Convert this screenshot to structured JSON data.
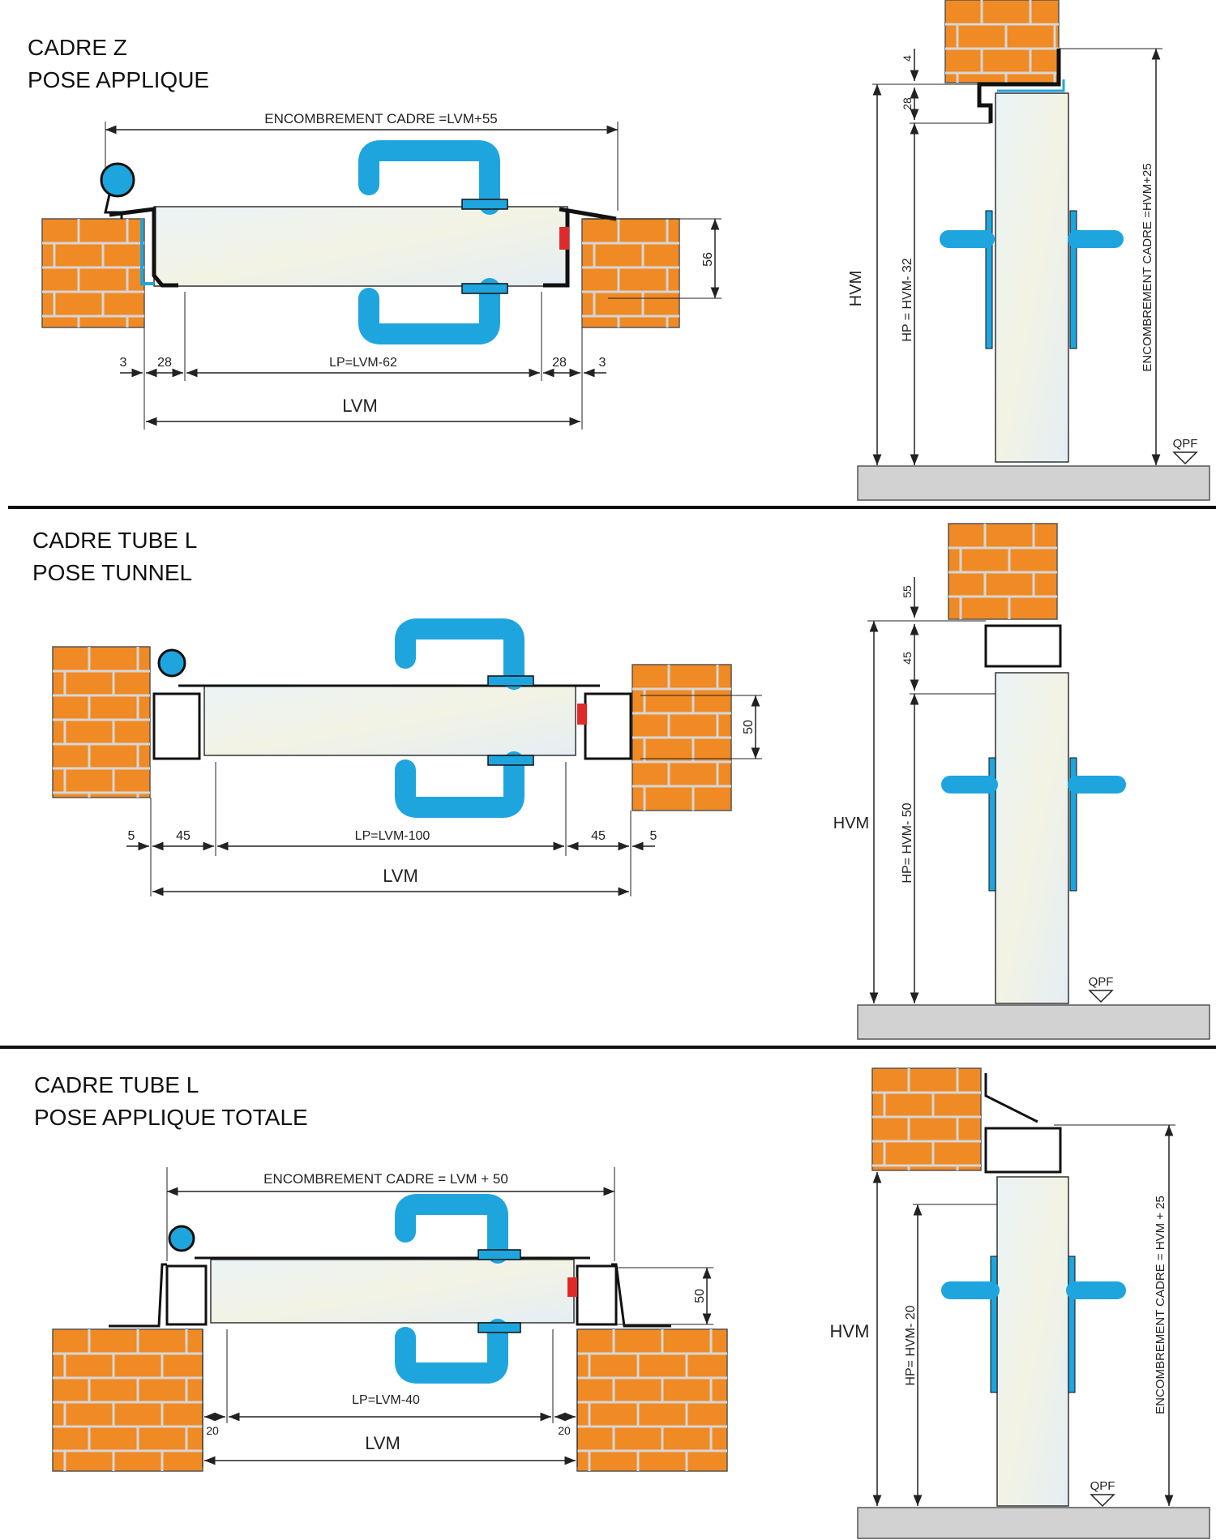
{
  "sections": [
    {
      "title": [
        "CADRE Z",
        "POSE APPLIQUE"
      ],
      "plan": {
        "overall": "ENCOMBREMENT CADRE =LVM+55",
        "gap_left": "3",
        "frame_left": "28",
        "lp": "LP=LVM-62",
        "frame_right": "28",
        "gap_right": "3",
        "lvm": "LVM",
        "depth": "56"
      },
      "section": {
        "top_a": "4",
        "top_b": "28",
        "hvm": "HVM",
        "hp": "HP = HVM- 32",
        "overall": "ENCOMBREMENT CADRE =HVM+25",
        "floor": "QPF"
      }
    },
    {
      "title": [
        "CADRE TUBE L",
        "POSE TUNNEL"
      ],
      "plan": {
        "gap_left": "5",
        "frame_left": "45",
        "lp": "LP=LVM-100",
        "frame_right": "45",
        "gap_right": "5",
        "lvm": "LVM",
        "depth": "50"
      },
      "section": {
        "top_a": "55",
        "top_b": "45",
        "hvm": "HVM",
        "hp": "HP=  HVM-  50",
        "floor": "QPF"
      }
    },
    {
      "title": [
        "CADRE TUBE L",
        "POSE APPLIQUE TOTALE"
      ],
      "plan": {
        "overall": "ENCOMBREMENT CADRE  = LVM + 50",
        "frame_left": "20",
        "lp": "LP=LVM-40",
        "frame_right": "20",
        "lvm": "LVM",
        "depth": "50"
      },
      "section": {
        "hvm": "HVM",
        "hp": "HP=  HVM-  20",
        "overall": "ENCOMBREMENT CADRE  = HVM + 25",
        "floor": "QPF"
      }
    }
  ],
  "colors": {
    "brick": "#f08a24",
    "mortar": "#d6d6d6",
    "handle": "#1fa5de",
    "seal": "#e02a2a",
    "panel": "#eef3ea",
    "floor": "#d2d2d2"
  }
}
